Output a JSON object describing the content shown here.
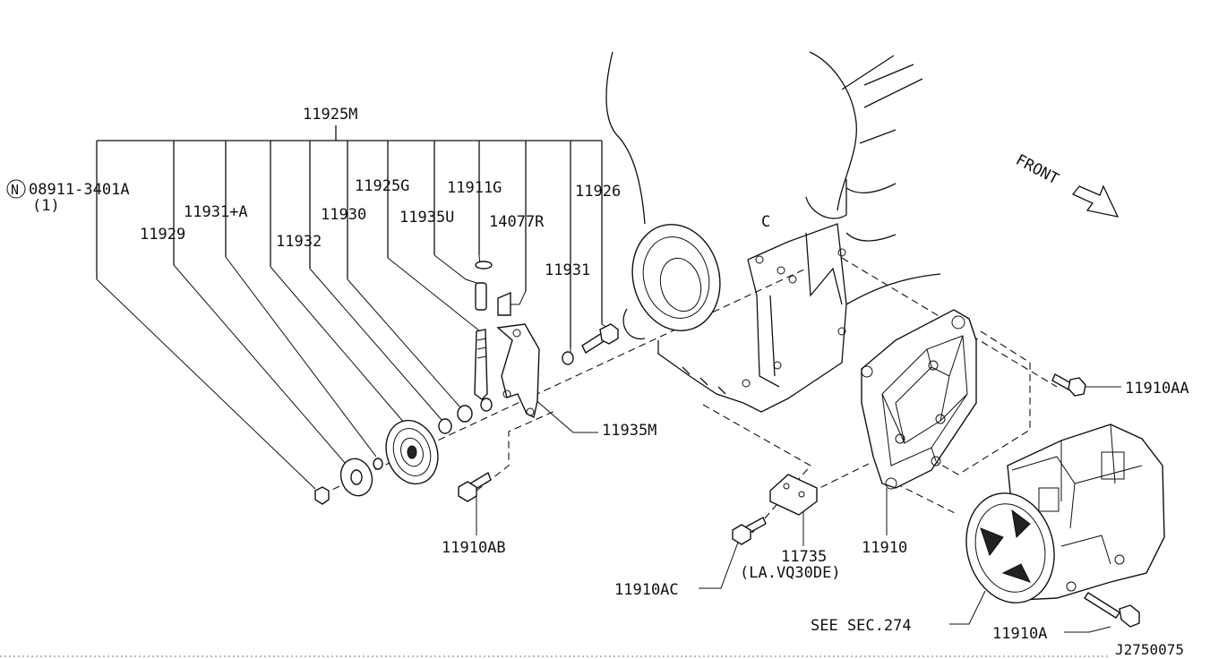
{
  "labels": {
    "p11925M": "11925M",
    "p08911": "08911-3401A",
    "p08911_qty": "(1)",
    "n_circle": "N",
    "p11929": "11929",
    "p11931A": "11931+A",
    "p11932": "11932",
    "p11930": "11930",
    "p11925G": "11925G",
    "p11935U": "11935U",
    "p11911G": "11911G",
    "p14077R": "14077R",
    "p11931": "11931",
    "p11926": "11926",
    "pC": "C",
    "front": "FRONT",
    "p11910AA": "11910AA",
    "p11935M": "11935M",
    "p11910AB": "11910AB",
    "p11735": "11735",
    "p11735_note": "(LA.VQ30DE)",
    "p11910": "11910",
    "p11910AC": "11910AC",
    "see_sec": "SEE SEC.274",
    "p11910A": "11910A",
    "diagram_code": "J2750075"
  }
}
